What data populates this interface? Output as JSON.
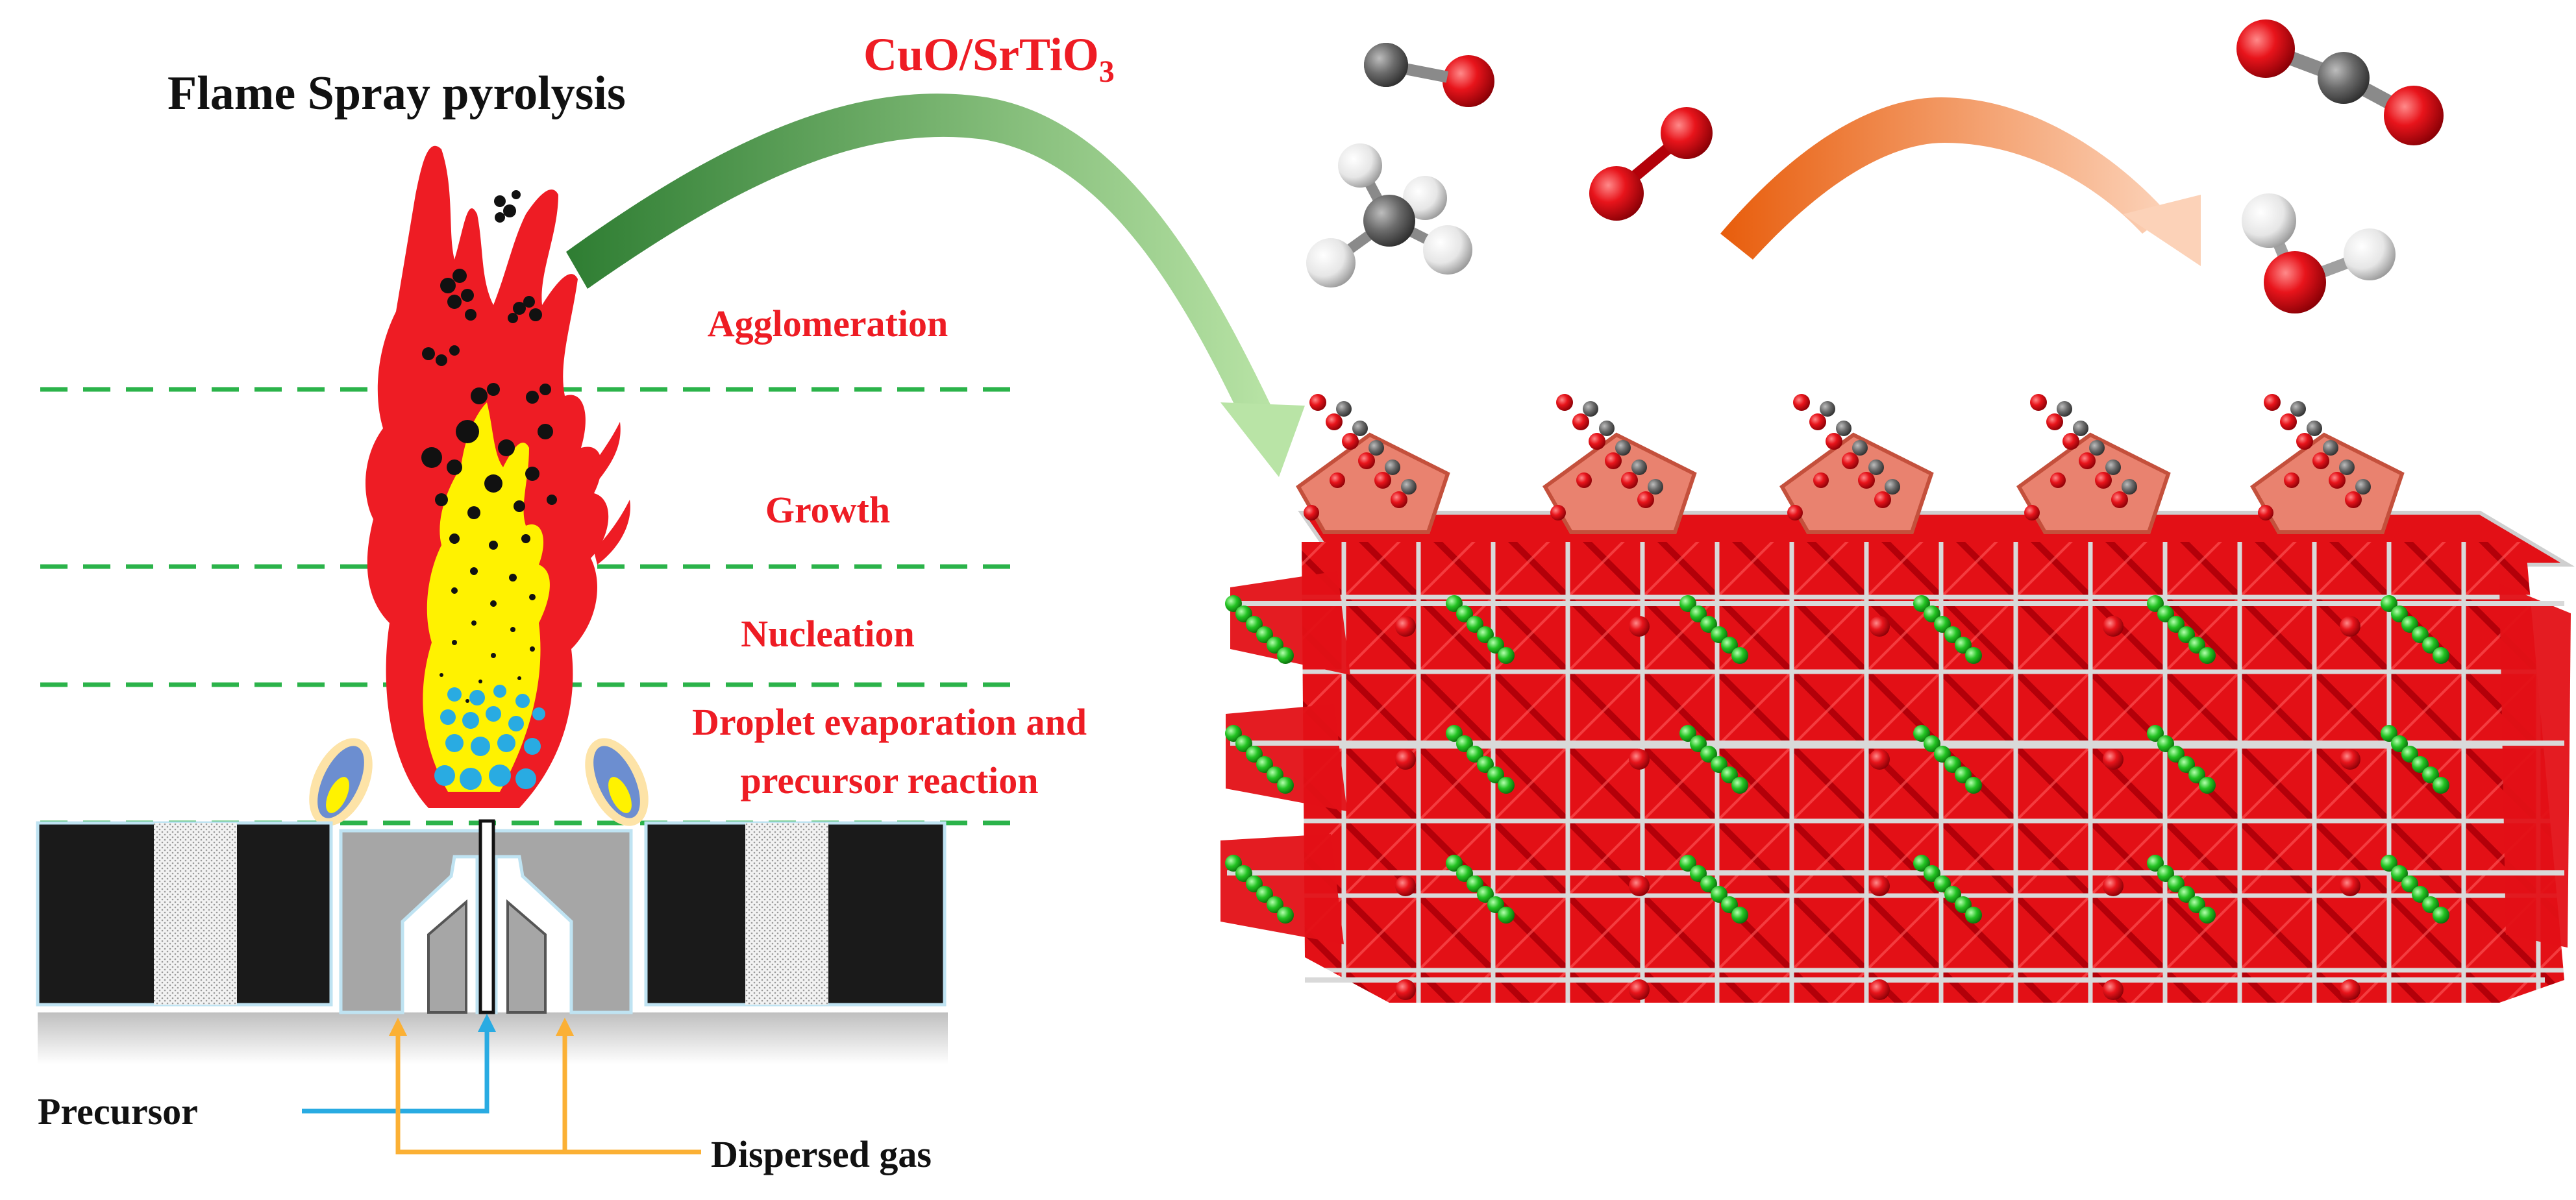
{
  "title": "Flame Spray pyrolysis",
  "material_label": {
    "main": "CuO/SrTiO",
    "subscript": "3"
  },
  "stages": [
    "Agglomeration",
    "Growth",
    "Nucleation",
    "Droplet evaporation and",
    "precursor reaction"
  ],
  "inputs": {
    "precursor": "Precursor",
    "dispersed_gas": "Dispersed gas"
  },
  "colors": {
    "stage_text": "#ee1c24",
    "dashed_line": "#2bb34a",
    "flame_outer": "#ee1c24",
    "flame_inner": "#fff200",
    "nozzle": "#a6a6a6",
    "precursor_line": "#29abe2",
    "gas_line": "#fbb034",
    "oxygen_atom": "#e8141b",
    "carbon_atom": "#666666",
    "hydrogen_atom": "#e6e6e6",
    "strontium_atom": "#22c322",
    "copper_bond": "#e9826f"
  },
  "molecules": [
    "carbon-monoxide",
    "methane",
    "oxygen",
    "carbon-dioxide",
    "water"
  ]
}
